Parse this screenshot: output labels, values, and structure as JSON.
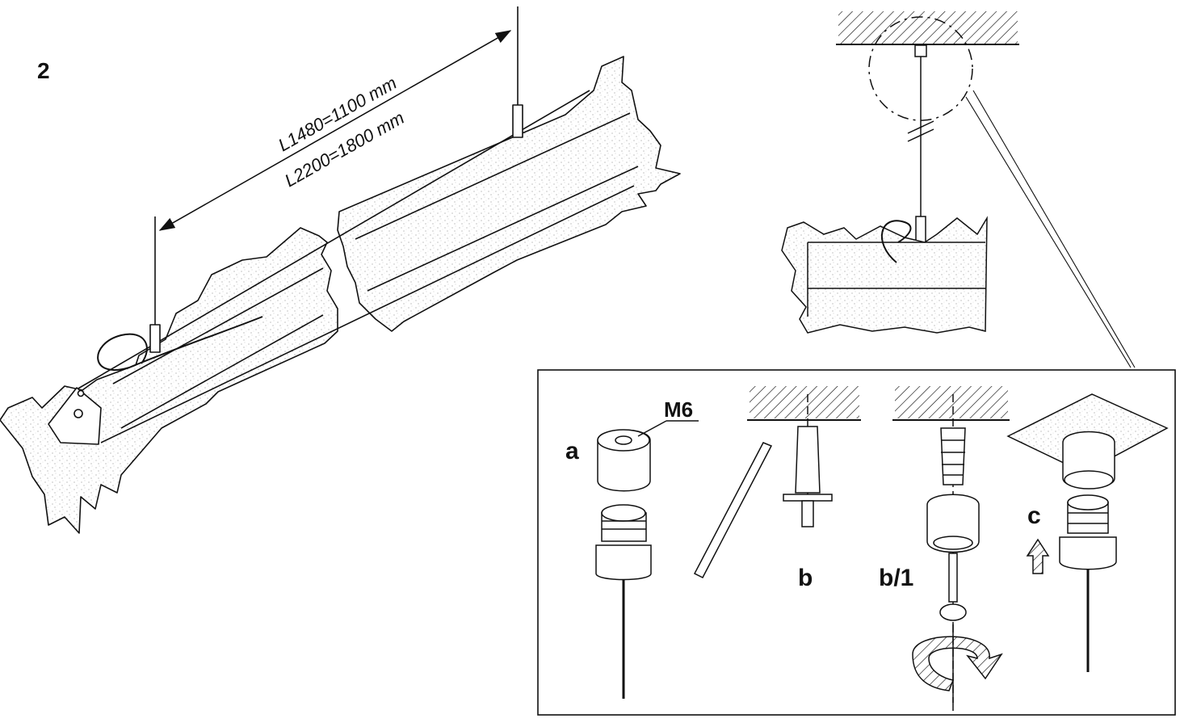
{
  "step": {
    "number": "2"
  },
  "dimensions": {
    "line1": "L1480=1100 mm",
    "line2": "L2200=1800 mm"
  },
  "detail": {
    "thread_label": "M6",
    "labels": {
      "a": "a",
      "b": "b",
      "b1": "b/1",
      "c": "c"
    }
  },
  "colors": {
    "ink": "#111111",
    "background": "#ffffff"
  }
}
